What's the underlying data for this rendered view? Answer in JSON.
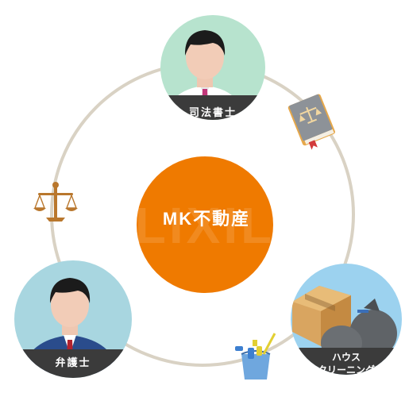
{
  "center": {
    "label": "MK不動産",
    "watermark": "LIXIL"
  },
  "nodes": {
    "shiho": {
      "label": "司法書士"
    },
    "bengoshi": {
      "label": "弁護士"
    },
    "house": {
      "line1": "ハウス",
      "line2": "クリーニング"
    }
  },
  "colors": {
    "ring": "#d9d2c4",
    "center": "#ef7a00",
    "shiho_bg": "#b7e3ce",
    "bengoshi_bg": "#a8d6e0",
    "house_bg": "#9cd2ef",
    "label_band": "#3b3b3b"
  }
}
